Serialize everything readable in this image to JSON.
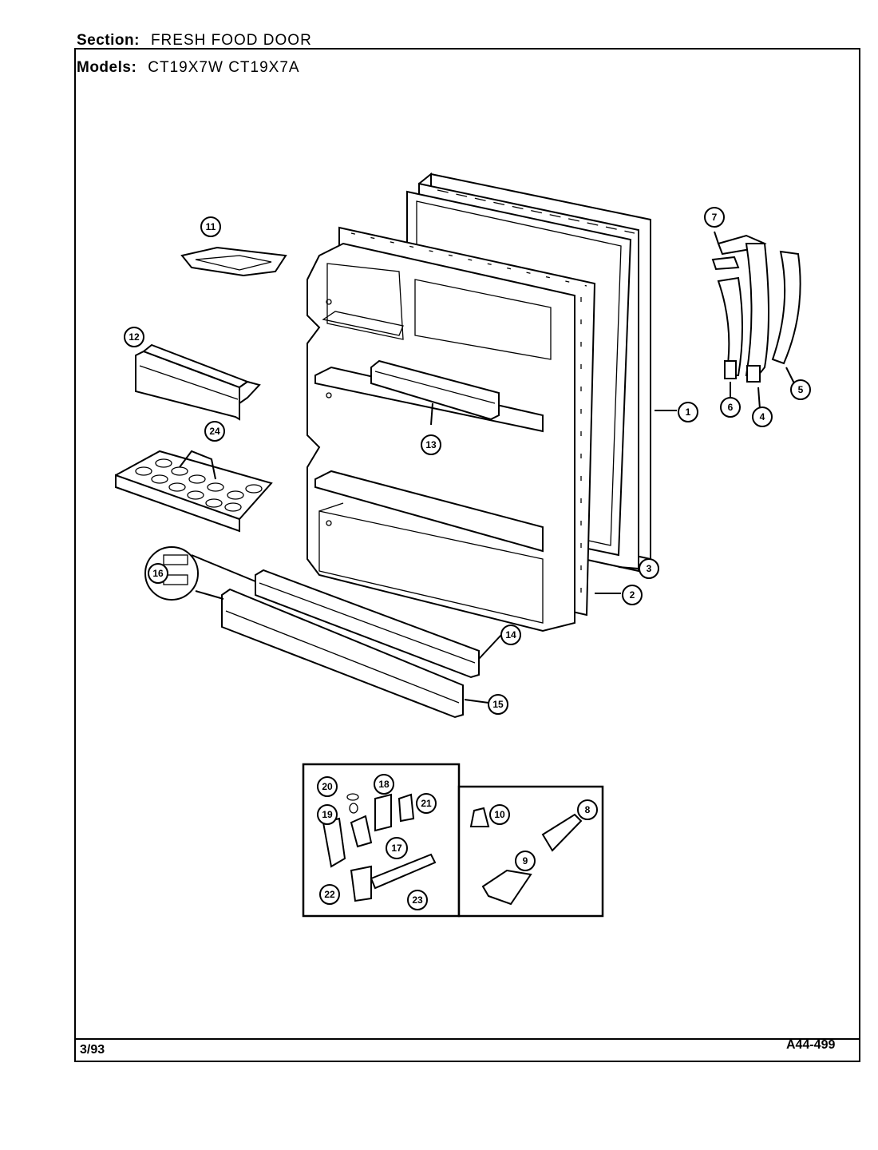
{
  "header": {
    "section_label": "Section:",
    "section_value": "FRESH FOOD DOOR",
    "models_label": "Models:",
    "models_value": "CT19X7W CT19X7A"
  },
  "footer": {
    "date": "3/93",
    "code": "A44-499"
  },
  "callouts": [
    "1",
    "2",
    "3",
    "4",
    "5",
    "6",
    "7",
    "8",
    "9",
    "10",
    "11",
    "12",
    "13",
    "14",
    "15",
    "16",
    "17",
    "18",
    "19",
    "20",
    "21",
    "22",
    "23",
    "24"
  ]
}
